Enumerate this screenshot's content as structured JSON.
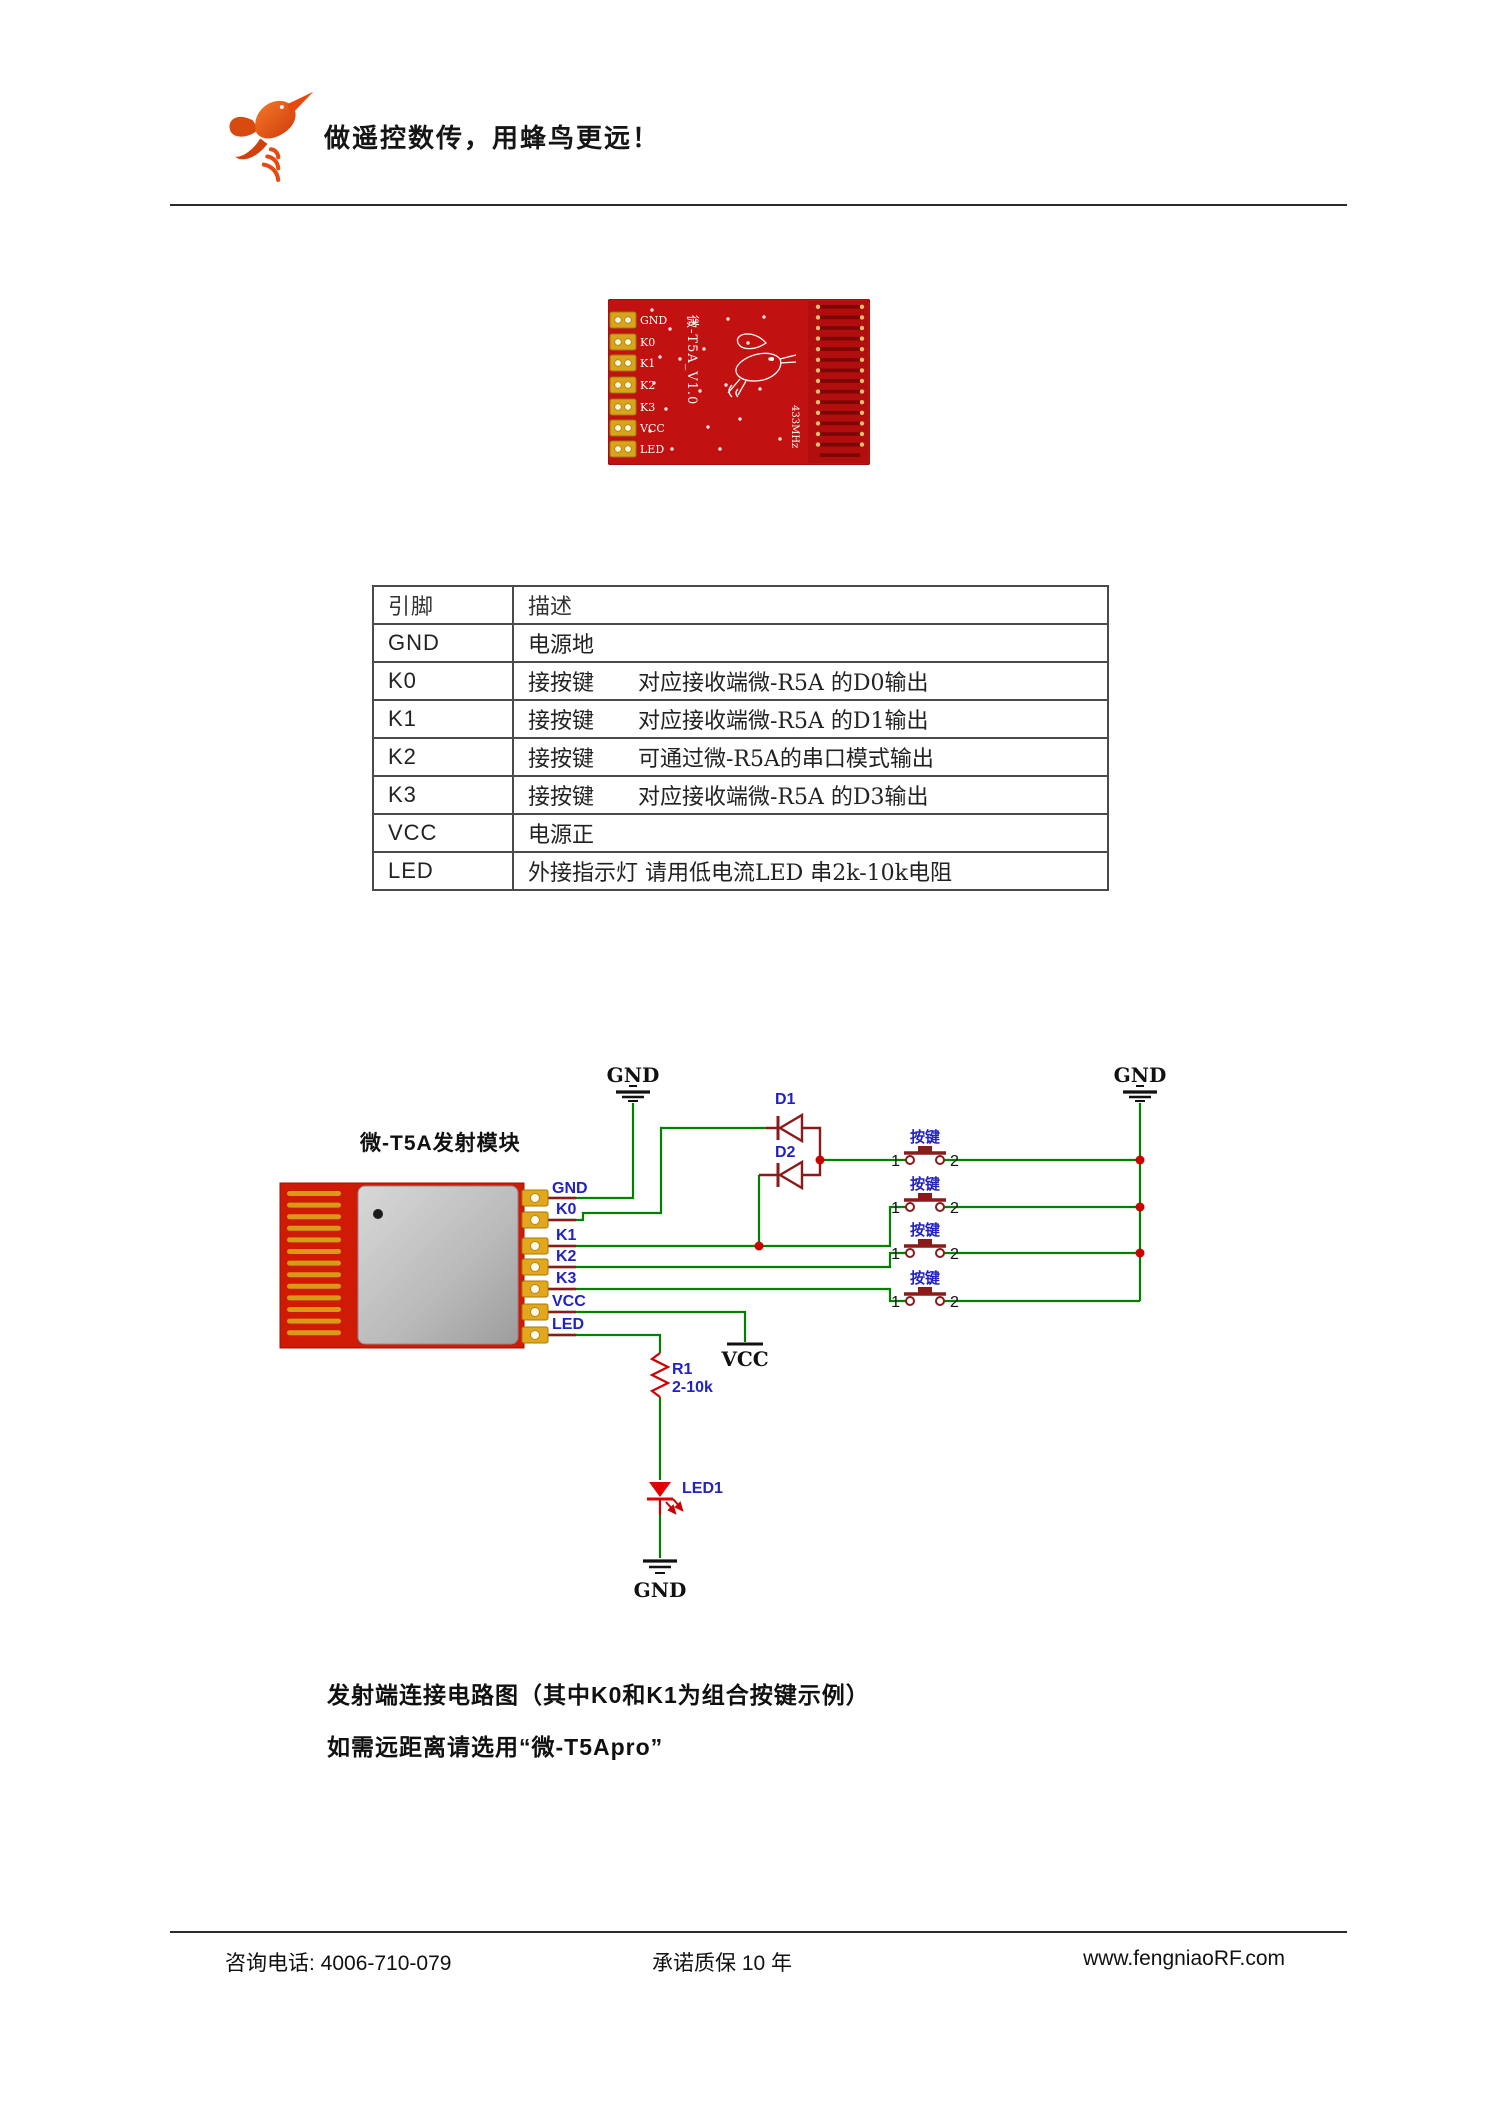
{
  "header": {
    "tagline": "做遥控数传，用蜂鸟更远！",
    "logo_name": "fengniao-hummingbird-logo"
  },
  "product_photo": {
    "pins": [
      "GND",
      "K0",
      "K1",
      "K2",
      "K3",
      "VCC",
      "LED"
    ],
    "model": "微-T5A_V1.0",
    "frequency": "433MHz"
  },
  "pin_table": {
    "headers": [
      "引脚",
      "描述"
    ],
    "rows": [
      {
        "pin": "GND",
        "desc": "电源地"
      },
      {
        "pin": "K0",
        "desc": "接按键　　对应接收端微-R5A 的D0输出"
      },
      {
        "pin": "K1",
        "desc": "接按键　　对应接收端微-R5A 的D1输出"
      },
      {
        "pin": "K2",
        "desc": "接按键　　可通过微-R5A的串口模式输出"
      },
      {
        "pin": "K3",
        "desc": "接按键　　对应接收端微-R5A 的D3输出"
      },
      {
        "pin": "VCC",
        "desc": "电源正"
      },
      {
        "pin": "LED",
        "desc": "外接指示灯 请用低电流LED 串2k-10k电阻"
      }
    ]
  },
  "circuit": {
    "module_label": "微-T5A发射模块",
    "module_pins": [
      "GND",
      "K0",
      "K1",
      "K2",
      "K3",
      "VCC",
      "LED"
    ],
    "gnd_label": "GND",
    "vcc_label": "VCC",
    "diode1": "D1",
    "diode2": "D2",
    "resistor": "R1",
    "resistor_value": "2-10k",
    "led_ref": "LED1",
    "button_label": "按键",
    "button_pin1": "1",
    "button_pin2": "2"
  },
  "caption": {
    "line1": "发射端连接电路图（其中K0和K1为组合按键示例）",
    "line2": "如需远距离请选用“微-T5Apro”"
  },
  "footer": {
    "phone": "咨询电话: 4006-710-079",
    "warranty": "承诺质保 10 年",
    "website": "www.fengniaoRF.com"
  },
  "colors": {
    "wire_green": "#008200",
    "component_red": "#8b1a1a",
    "label_blue": "#2222c0",
    "junction_red": "#cc0000",
    "pcb_red": "#c11111",
    "pad_gold": "#d9a41c",
    "accent_orange": "#e8490f"
  }
}
